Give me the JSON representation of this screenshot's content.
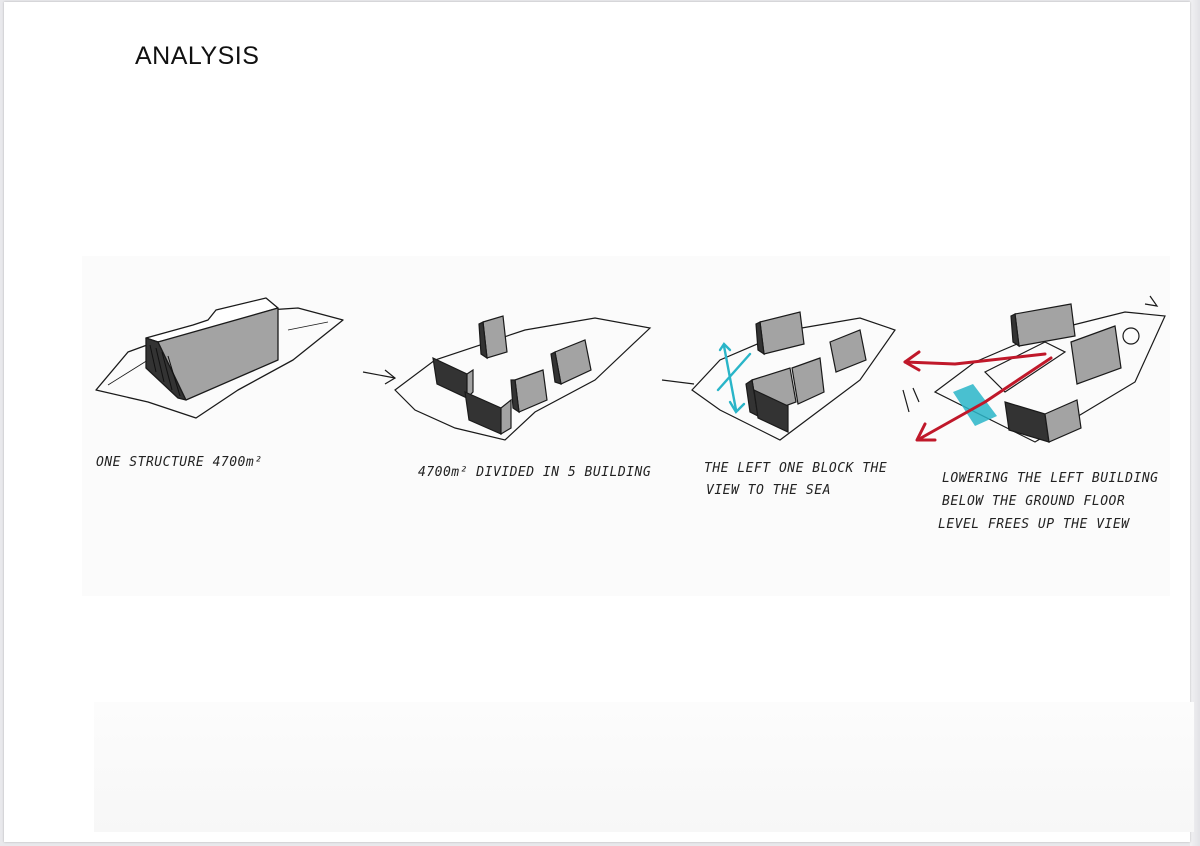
{
  "title": "ANALYSIS",
  "diagrams": [
    {
      "caption": "ONE STRUCTURE 4700m²"
    },
    {
      "caption": "4700m² DIVIDED IN 5 BUILDING"
    },
    {
      "caption_line1": "THE LEFT ONE BLOCK THE",
      "caption_line2": "VIEW TO THE SEA"
    },
    {
      "caption_line1": "LOWERING THE LEFT BUILDING",
      "caption_line2": "BELOW THE GROUND FLOOR",
      "caption_line3": "LEVEL FREES UP THE VIEW"
    }
  ],
  "colors": {
    "ink": "#1a1a1a",
    "shade": "#9a9a9a",
    "view_arrow": "#29b5c8",
    "lowered_arrow": "#c0182a"
  }
}
